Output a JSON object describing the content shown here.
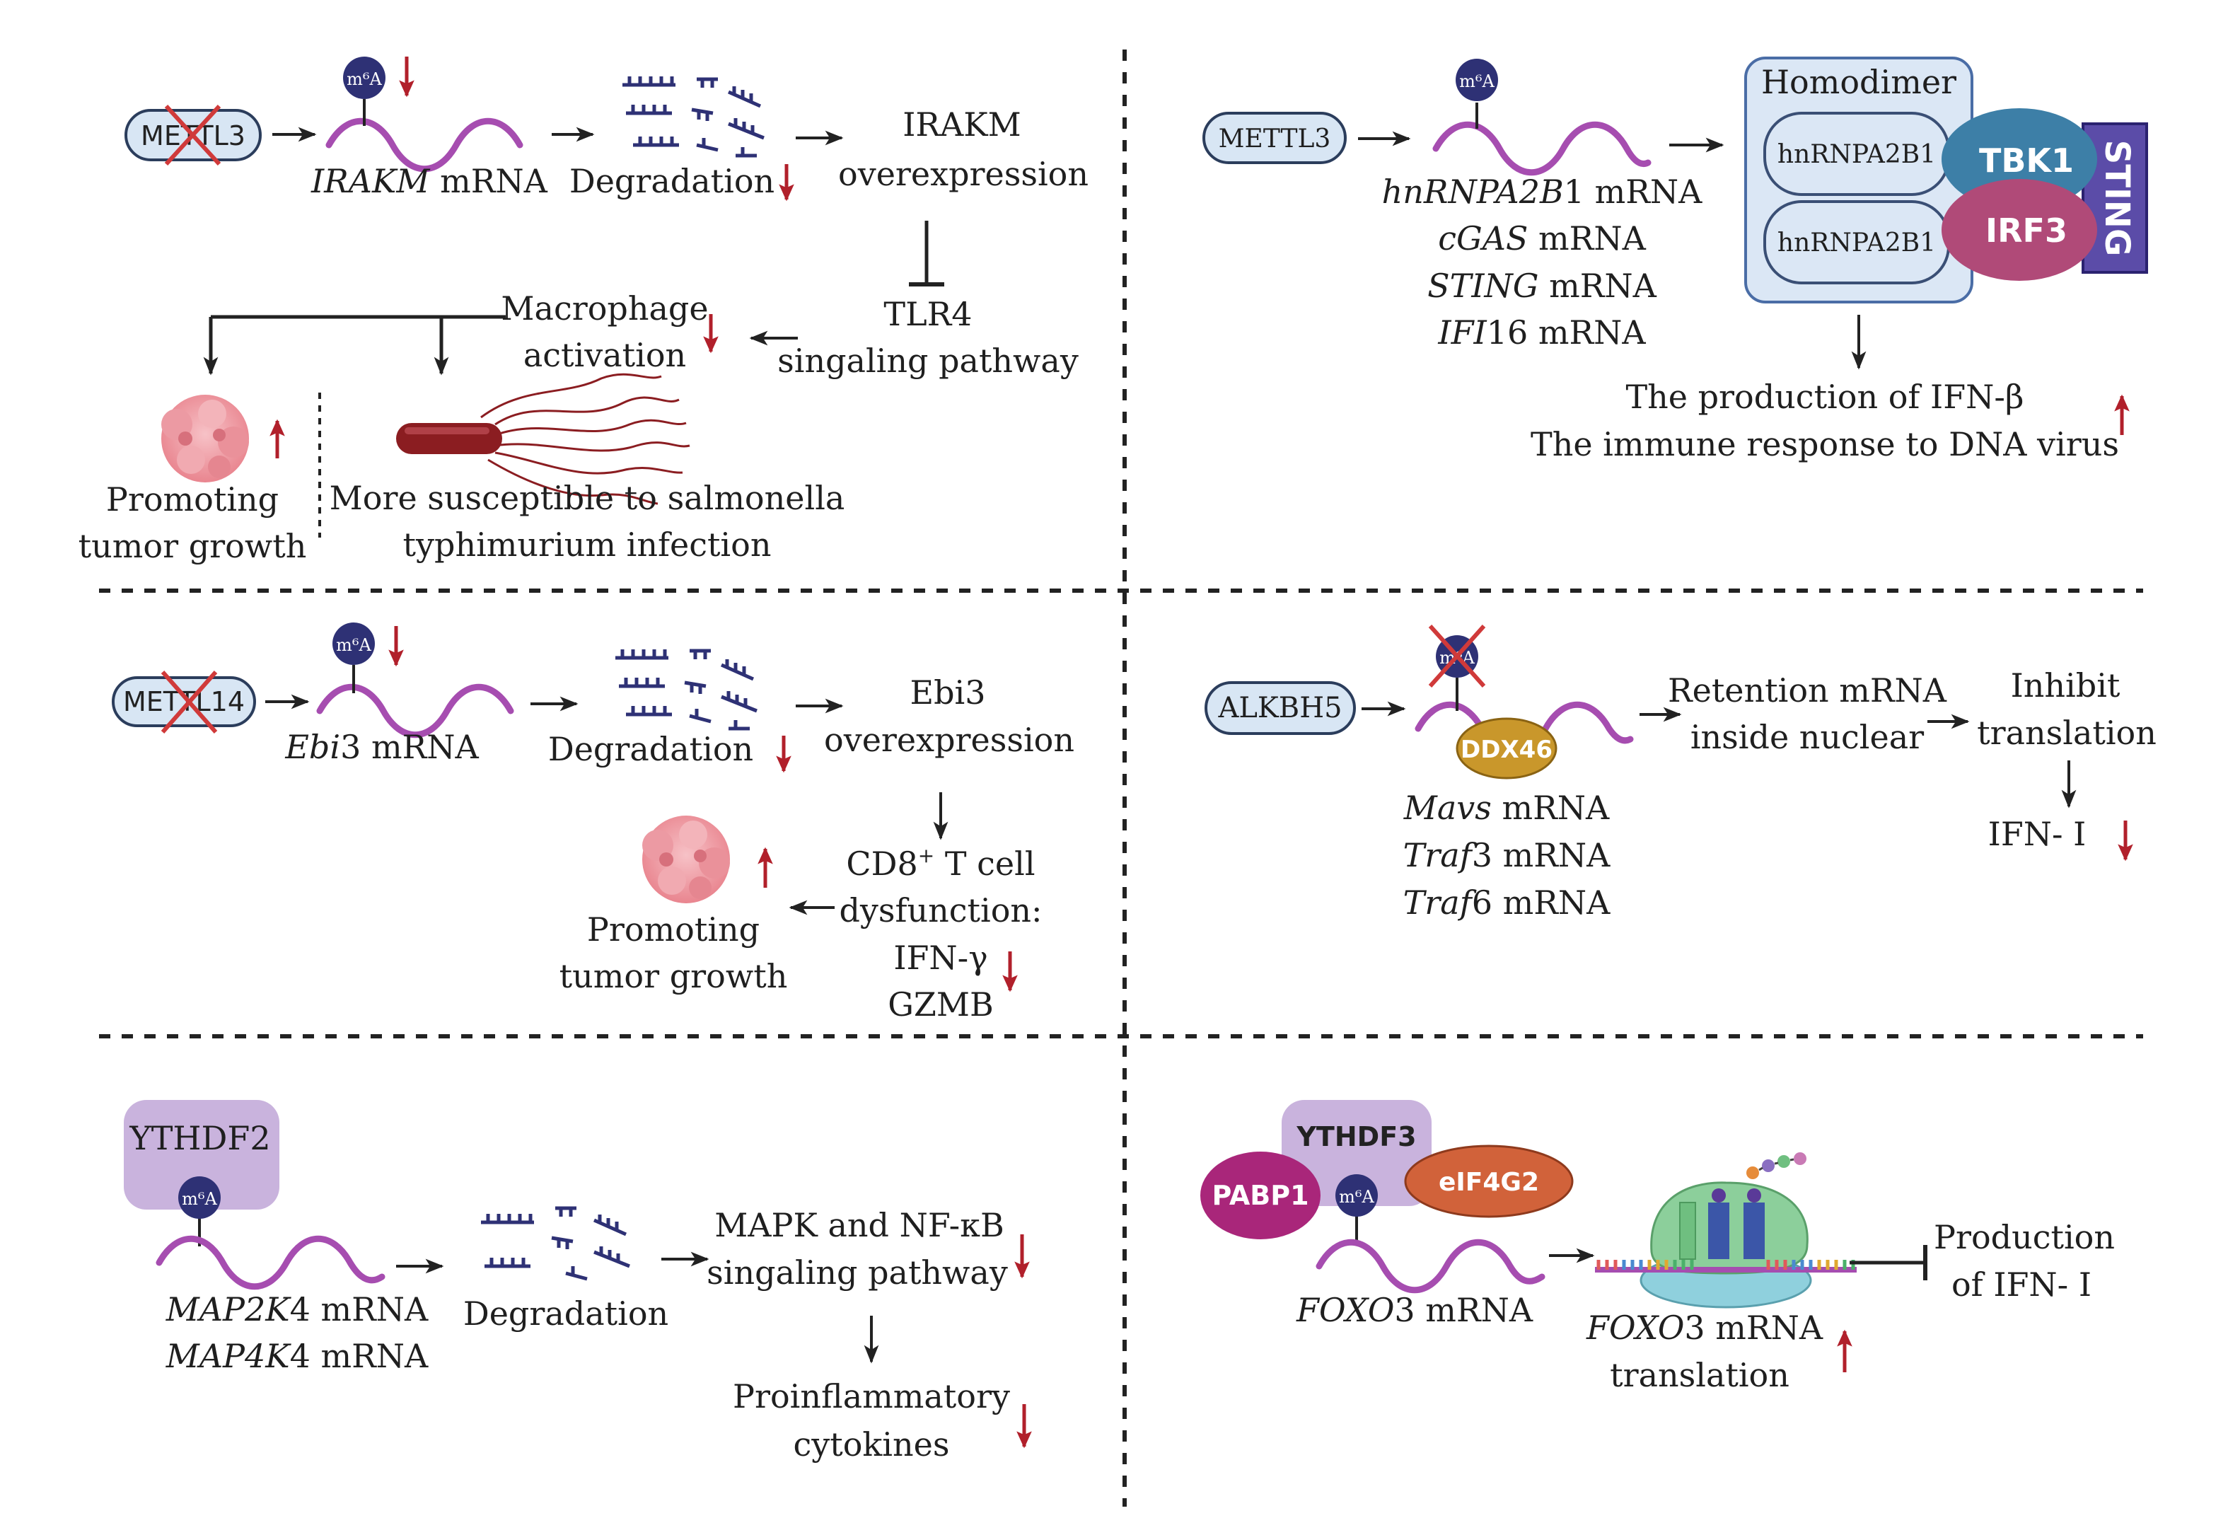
{
  "colors": {
    "mrna": "#a64db0",
    "m6a": "#2e3175",
    "red_arrow": "#b1202b",
    "black_arrow": "#222222",
    "gene_box_fill": "#d8e6f4",
    "gene_box_stroke": "#2b3d5c",
    "reader_box": "#c9b3dd",
    "tbk1": "#3d7fa7",
    "irf3": "#b04a78",
    "sting": "#5b4ca8",
    "pabp1": "#a9267a",
    "eif4g2": "#d1623a",
    "ddx46": "#c9972b",
    "tumor": "#f0a5ad",
    "bacteria": "#8b1d21",
    "homodimer_fill": "#dbe7f5",
    "ribosome": "#8ccf9b"
  },
  "m6a_label": "m⁶A",
  "p1": {
    "gene": "METTL3",
    "mrna_gene": "IRAKM",
    "mrna_suffix": " mRNA",
    "degradation": "Degradation",
    "result_line1": "IRAKM",
    "result_line2": "overexpression",
    "tlr4_line1": "TLR4",
    "tlr4_line2": "singaling pathway",
    "macro_line1": "Macrophage",
    "macro_line2": "activation",
    "tumor_line1": "Promoting",
    "tumor_line2": "tumor growth",
    "salm_line1": "More susceptible to salmonella",
    "salm_line2": "typhimurium infection"
  },
  "p2": {
    "gene": "METTL3",
    "mrna": [
      {
        "italic": "hnRNPA2B",
        "plain": "1 mRNA"
      },
      {
        "italic": "cGAS",
        "plain": " mRNA"
      },
      {
        "italic": "STING",
        "plain": " mRNA"
      },
      {
        "italic": "IFI",
        "plain": "16 mRNA"
      }
    ],
    "homodimer": "Homodimer",
    "hnrnp1": "hnRNPA2B1",
    "hnrnp2": "hnRNPA2B1",
    "tbk1": "TBK1",
    "irf3": "IRF3",
    "sting": "STING",
    "result_line1": "The production of IFN-β",
    "result_line2": "The immune response to DNA virus"
  },
  "p3": {
    "gene": "METTL14",
    "mrna_gene": "Ebi",
    "mrna_suffix": "3 mRNA",
    "degradation": "Degradation",
    "result_line1": "Ebi3",
    "result_line2": "overexpression",
    "cd8_line1_a": "CD8",
    "cd8_sup": "+",
    "cd8_line1_b": " T cell",
    "cd8_line2": "dysfunction:",
    "cd8_line3": "IFN-γ",
    "cd8_line4": "GZMB",
    "tumor_line1": "Promoting",
    "tumor_line2": "tumor growth"
  },
  "p4": {
    "gene": "ALKBH5",
    "ddx46": "DDX46",
    "mrna": [
      {
        "italic": "Mavs",
        "plain": " mRNA"
      },
      {
        "italic": "Traf",
        "plain": "3 mRNA"
      },
      {
        "italic": "Traf",
        "plain": "6 mRNA"
      }
    ],
    "retention_line1": "Retention mRNA",
    "retention_line2": "inside nuclear",
    "inhibit_line1": "Inhibit",
    "inhibit_line2": "translation",
    "ifn": "IFN- Ⅰ"
  },
  "p5": {
    "reader": "YTHDF2",
    "mrna": [
      {
        "italic": "MAP2K",
        "plain": "4 mRNA"
      },
      {
        "italic": "MAP4K",
        "plain": "4 mRNA"
      }
    ],
    "degradation": "Degradation",
    "pathway_line1": "MAPK and NF-κB",
    "pathway_line2": "singaling pathway",
    "cyto_line1": "Proinflammatory",
    "cyto_line2": "cytokines"
  },
  "p6": {
    "reader": "YTHDF3",
    "pabp1": "PABP1",
    "eif4g2": "eIF4G2",
    "mrna_gene": "FOXO",
    "mrna_suffix": "3 mRNA",
    "trans_gene": "FOXO",
    "trans_suffix": "3 mRNA",
    "trans_line2": "translation",
    "prod_line1": "Production",
    "prod_line2": "of IFN- Ⅰ"
  }
}
